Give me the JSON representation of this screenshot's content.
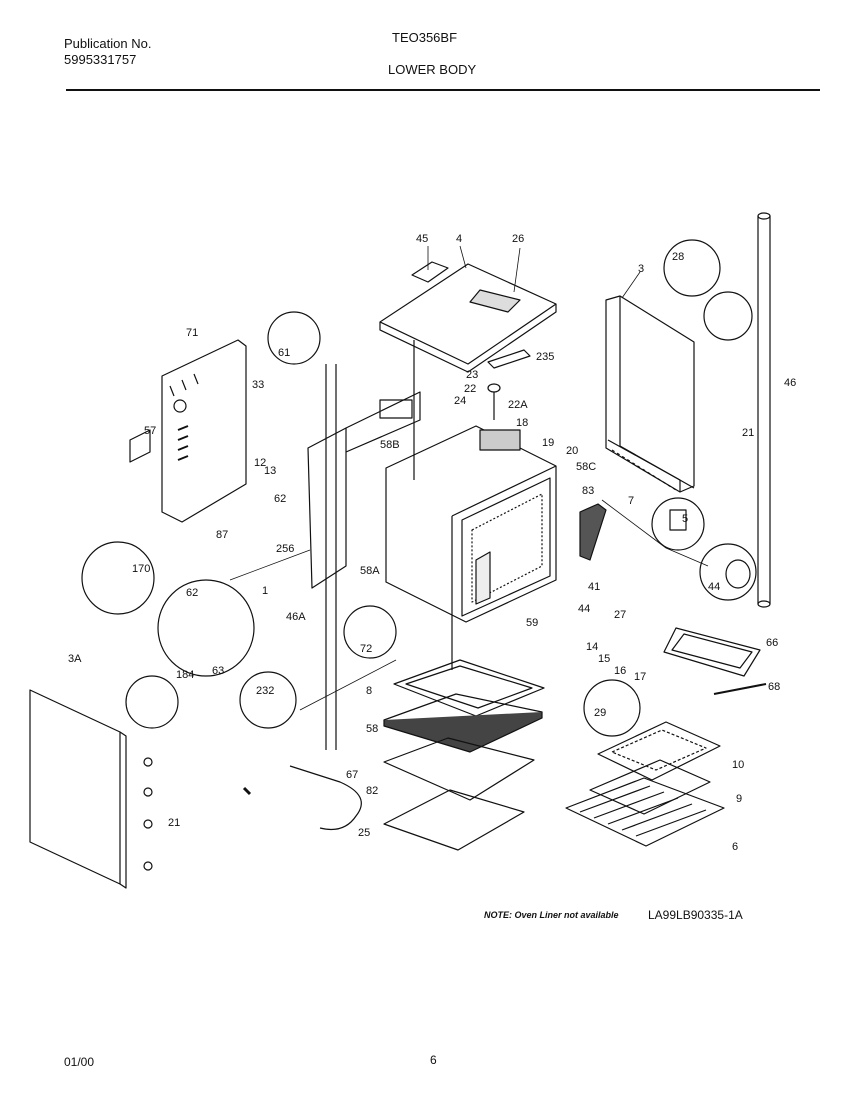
{
  "header": {
    "publication_label": "Publication No.",
    "publication_number": "5995331757",
    "model": "TEO356BF",
    "section": "LOWER BODY"
  },
  "callouts": {
    "c45": "45",
    "c4": "4",
    "c26": "26",
    "c3": "3",
    "c28": "28",
    "c71": "71",
    "c61": "61",
    "c235": "235",
    "c23": "23",
    "c22": "22",
    "c22A": "22A",
    "c24": "24",
    "c33": "33",
    "c12": "12",
    "c13": "13",
    "c57": "57",
    "c58B": "58B",
    "c18": "18",
    "c19": "19",
    "c20": "20",
    "c58C": "58C",
    "c83": "83",
    "c7": "7",
    "c21a": "21",
    "c46": "46",
    "c5": "5",
    "c44a": "44",
    "c87": "87",
    "c62a": "62",
    "c256": "256",
    "c170": "170",
    "c1": "1",
    "c58A": "58A",
    "c41": "41",
    "c44b": "44",
    "c27": "27",
    "c14": "14",
    "c15": "15",
    "c16": "16",
    "c17": "17",
    "c66": "66",
    "c68": "68",
    "c62b": "62",
    "c46A": "46A",
    "c72": "72",
    "c59": "59",
    "c184": "184",
    "c63": "63",
    "c3A": "3A",
    "c232": "232",
    "c8": "8",
    "c29": "29",
    "c58": "58",
    "c10": "10",
    "c67": "67",
    "c82": "82",
    "c9": "9",
    "c21b": "21",
    "c25": "25",
    "c6": "6"
  },
  "note": "NOTE: Oven Liner not available",
  "drawing_code": "LA99LB90335-1A",
  "footer": {
    "date": "01/00",
    "page": "6"
  }
}
